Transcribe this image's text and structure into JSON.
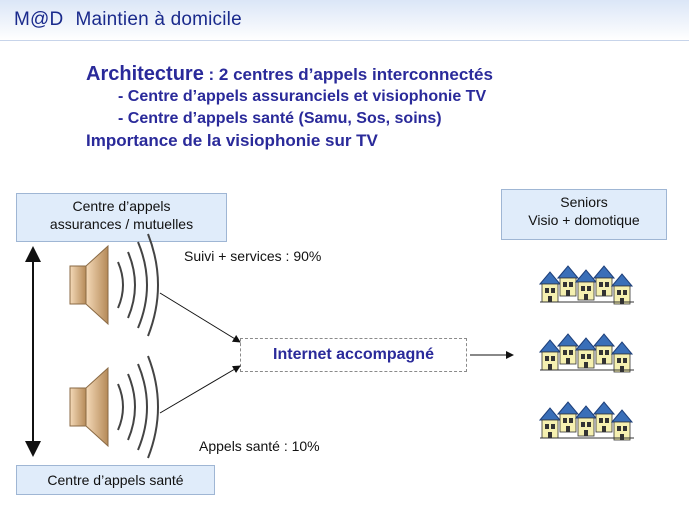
{
  "header": {
    "brand": "M@D",
    "title": "Maintien à domicile"
  },
  "bullets": {
    "architecture_word": "Architecture",
    "architecture_rest": " : 2 centres d’appels interconnectés",
    "sub1": "- Centre d’appels assuranciels et visiophonie TV",
    "sub2": "- Centre d’appels santé (Samu, Sos, soins)",
    "importance": "Importance de la visiophonie sur TV"
  },
  "diagram": {
    "box_assurances": {
      "line1": "Centre d’appels",
      "line2": "assurances / mutuelles"
    },
    "box_seniors": {
      "line1": "Seniors",
      "line2": "Visio + domotique"
    },
    "box_sante": "Centre d’appels santé",
    "hub": "Internet accompagné",
    "label_suivi": "Suivi + services : 90%",
    "label_appels": "Appels santé : 10%"
  },
  "colors": {
    "title_blue": "#1a2a8c",
    "text_blue": "#2a2a9a",
    "box_fill": "#e0ecfa",
    "house_wall": "#f5f0b0",
    "house_roof": "#3a6fb8"
  },
  "icons": [
    "speaker-icon",
    "house-group-icon"
  ]
}
